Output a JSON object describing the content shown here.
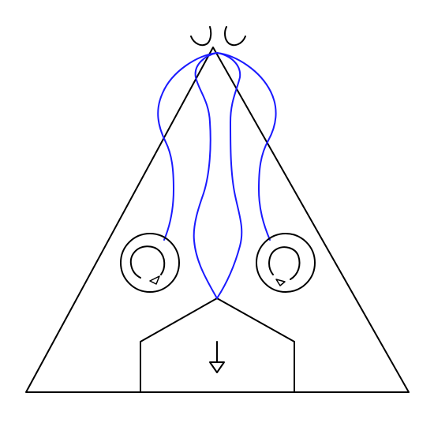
{
  "diagram": {
    "background_color": "#ffffff",
    "outline_color": "#000000",
    "flow_color": "#1a1aff",
    "elements": {
      "outer_triangle": "triangle-outline",
      "inner_house": "pentagon-outline",
      "left_vortex": "circular-arrow-icon",
      "right_vortex": "circular-arrow-icon",
      "downward_arrow": "arrow-down-icon",
      "top_hooks": "hook-icon",
      "flow_lines": "streamline-loops"
    }
  }
}
